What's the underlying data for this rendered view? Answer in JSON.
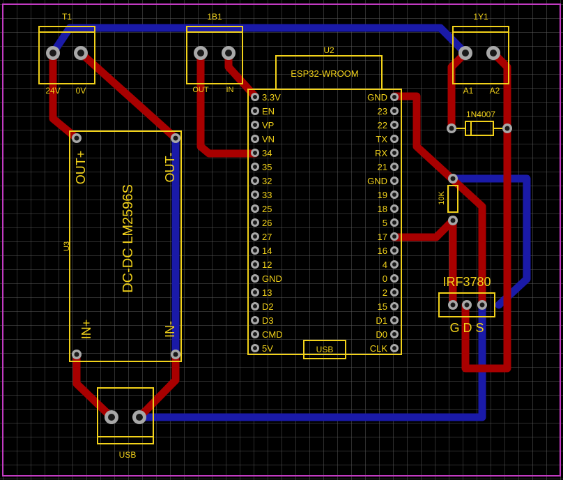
{
  "colors": {
    "background": "#000000",
    "grid": "#5a5a5a",
    "board_outline": "#c23bc2",
    "top_copper": "#a80000",
    "bottom_copper": "#1a1aa8",
    "silkscreen": "#f2d21a",
    "pad": "#a8a8a8"
  },
  "components": {
    "t1": {
      "ref": "T1",
      "pin1": "24V",
      "pin2": "0V"
    },
    "b1": {
      "ref": "1B1",
      "pin1": "OUT",
      "pin2": "IN"
    },
    "y1": {
      "ref": "1Y1",
      "pin1": "A1",
      "pin2": "A2"
    },
    "u2": {
      "ref": "U2",
      "name": "ESP32-WROOM",
      "usb_label": "USB",
      "left_pins": [
        "3.3V",
        "EN",
        "VP",
        "VN",
        "34",
        "35",
        "32",
        "33",
        "25",
        "26",
        "27",
        "14",
        "12",
        "GND",
        "13",
        "D2",
        "D3",
        "CMD",
        "5V"
      ],
      "right_pins": [
        "GND",
        "23",
        "22",
        "TX",
        "RX",
        "21",
        "GND",
        "19",
        "18",
        "5",
        "17",
        "16",
        "4",
        "0",
        "2",
        "15",
        "D1",
        "D0",
        "CLK"
      ]
    },
    "u3": {
      "ref": "U3",
      "name": "DC-DC LM2596S",
      "out_plus": "OUT+",
      "out_minus": "OUT-",
      "in_plus": "IN+",
      "in_minus": "IN-"
    },
    "usb_connector": {
      "ref": "USB"
    },
    "diode": {
      "value": "1N4007"
    },
    "resistor": {
      "value": "10K"
    },
    "mosfet": {
      "value": "IRF3780",
      "pins": "G D S"
    }
  }
}
